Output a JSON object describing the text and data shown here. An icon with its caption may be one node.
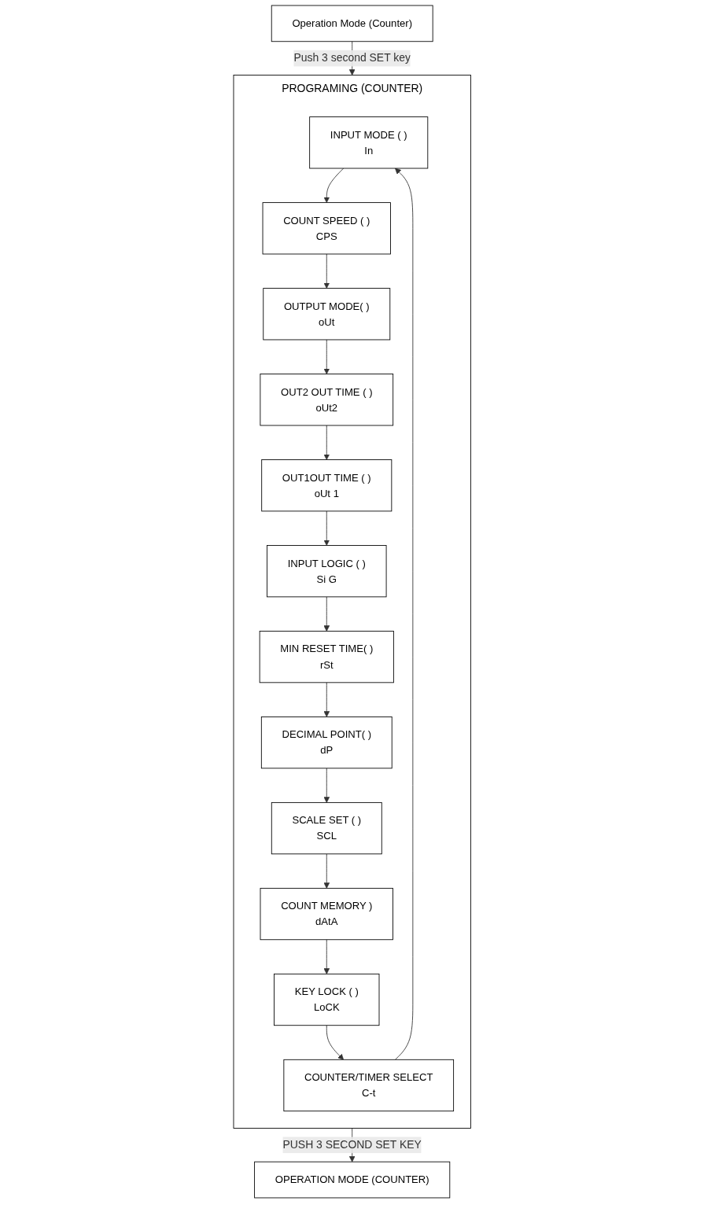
{
  "diagram": {
    "nodes": [
      {
        "text": [
          "Operation Mode (Counter)"
        ]
      },
      {
        "text": [
          "PROGRAMING (COUNTER)"
        ]
      },
      {
        "text": [
          "INPUT MODE ( )",
          "In"
        ],
        "in": 1
      },
      {
        "text": [
          "COUNT SPEED ( )",
          "CPS"
        ],
        "in": 1
      },
      {
        "text": [
          "OUTPUT MODE( )",
          "oUt"
        ],
        "in": 1
      },
      {
        "text": [
          "OUT2 OUT TIME ( )",
          "oUt2"
        ],
        "in": 1
      },
      {
        "text": [
          "OUT1OUT TIME ( )",
          "oUt 1"
        ],
        "in": 1
      },
      {
        "text": [
          "INPUT LOGIC ( )",
          "Si G"
        ],
        "in": 1
      },
      {
        "text": [
          "MIN RESET TIME( )",
          "rSt"
        ],
        "in": 1
      },
      {
        "text": [
          "DECIMAL POINT( )",
          "dP"
        ],
        "in": 1
      },
      {
        "text": [
          "SCALE SET ( )",
          "SCL"
        ],
        "in": 1
      },
      {
        "text": [
          "COUNT MEMORY )",
          "dAtA"
        ],
        "in": 1
      },
      {
        "text": [
          "KEY LOCK ( )",
          "LoCK"
        ],
        "in": 1
      },
      {
        "text": [
          "COUNTER/TIMER SELECT",
          "C-t"
        ],
        "in": 1
      },
      {
        "text": [
          "OPERATION MODE (COUNTER)"
        ]
      }
    ],
    "edges": [
      {
        "from": 0,
        "to": 1,
        "arrow": "to",
        "label": "Push 3 second SET key"
      },
      {
        "from": 2,
        "to": 3,
        "arrow": "to"
      },
      {
        "from": 3,
        "to": 4,
        "arrow": "to"
      },
      {
        "from": 4,
        "to": 5,
        "arrow": "to"
      },
      {
        "from": 5,
        "to": 6,
        "arrow": "to"
      },
      {
        "from": 6,
        "to": 7,
        "arrow": "to"
      },
      {
        "from": 7,
        "to": 8,
        "arrow": "to"
      },
      {
        "from": 8,
        "to": 9,
        "arrow": "to"
      },
      {
        "from": 9,
        "to": 10,
        "arrow": "to"
      },
      {
        "from": 10,
        "to": 11,
        "arrow": "to"
      },
      {
        "from": 11,
        "to": 12,
        "arrow": "to"
      },
      {
        "from": 12,
        "to": 13,
        "arrow": "to"
      },
      {
        "from": 13,
        "to": 2,
        "arrow": "to"
      },
      {
        "from": 1,
        "to": 14,
        "arrow": "to",
        "label": "PUSH 3 SECOND SET KEY"
      }
    ]
  }
}
